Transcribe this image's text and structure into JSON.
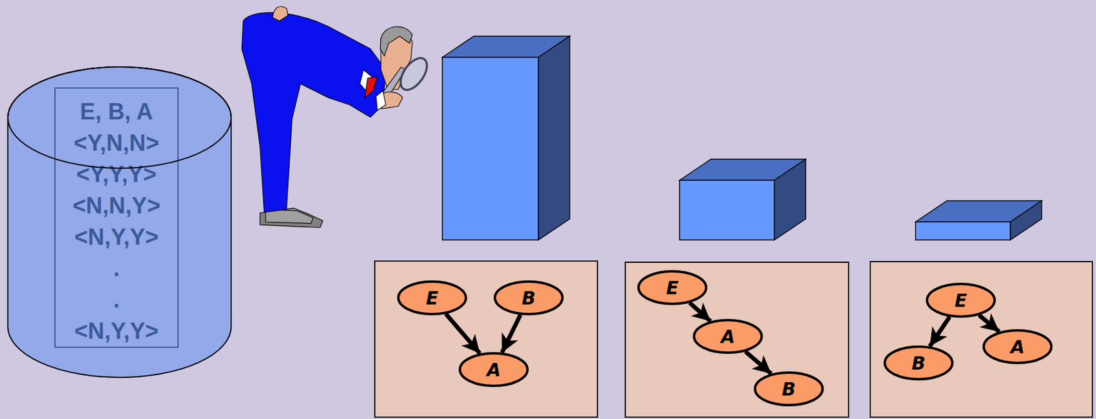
{
  "diagram": {
    "nodes": [
      {
        "text": []
      },
      {
        "text": [
          "E, B, A",
          "<Y,N,N>",
          "<Y,Y,Y>",
          "<N,N,Y>",
          "<N,Y,Y>",
          ".",
          ".",
          "<N,Y,Y>"
        ],
        "in": 0
      },
      {
        "text": []
      },
      {
        "text": [
          "E"
        ],
        "in": 2
      },
      {
        "text": [
          "B"
        ],
        "in": 2
      },
      {
        "text": [
          "A"
        ],
        "in": 2
      },
      {
        "text": []
      },
      {
        "text": [
          "E"
        ],
        "in": 6
      },
      {
        "text": [
          "A"
        ],
        "in": 6
      },
      {
        "text": [
          "B"
        ],
        "in": 6
      },
      {
        "text": []
      },
      {
        "text": [
          "E"
        ],
        "in": 10
      },
      {
        "text": [
          "B"
        ],
        "in": 10
      },
      {
        "text": [
          "A"
        ],
        "in": 10
      }
    ],
    "edges": [
      {
        "from": 3,
        "to": 5,
        "arrow": "to"
      },
      {
        "from": 4,
        "to": 5,
        "arrow": "to"
      },
      {
        "from": 7,
        "to": 8,
        "arrow": "to"
      },
      {
        "from": 8,
        "to": 9,
        "arrow": "to"
      },
      {
        "from": 11,
        "to": 12,
        "arrow": "to"
      },
      {
        "from": 11,
        "to": 13,
        "arrow": "to"
      }
    ]
  }
}
